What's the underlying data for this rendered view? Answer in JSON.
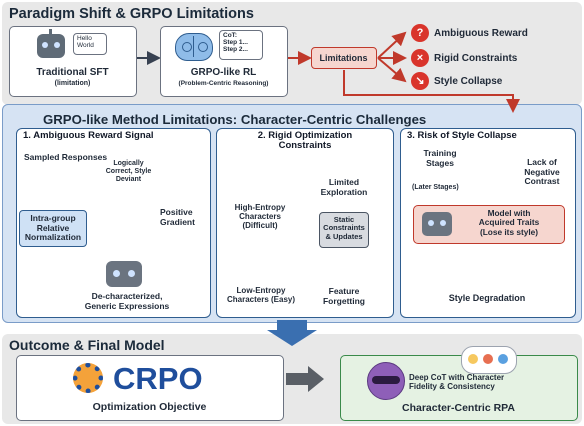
{
  "top": {
    "title": "Paradigm Shift & GRPO Limitations",
    "sft": {
      "bubble_line1": "Hello",
      "bubble_line2": "World",
      "label": "Traditional SFT",
      "sublabel": "(limitation)"
    },
    "rl": {
      "bubble_line1": "CoT:",
      "bubble_line2": "Step 1...",
      "bubble_line3": "Step 2...",
      "label": "GRPO-like RL",
      "sublabel": "(Problem-Centric Reasoning)"
    },
    "limitations_label": "Limitations",
    "limits": [
      "Ambiguous Reward",
      "Rigid Constraints",
      "Style Collapse"
    ]
  },
  "middle": {
    "title": "GRPO-like Method Limitations: Character-Centric Challenges",
    "p1": {
      "title": "1. Ambiguous Reward Signal",
      "sampled": "Sampled Responses",
      "cloud_line1": "Logically",
      "cloud_line2": "Correct, Style",
      "cloud_line3": "Deviant",
      "norm_line1": "Intra-group",
      "norm_line2": "Relative",
      "norm_line3": "Normalization",
      "gradient_line1": "Positive",
      "gradient_line2": "Gradient",
      "result_line1": "De-characterized,",
      "result_line2": "Generic Expressions"
    },
    "p2": {
      "title_line1": "2. Rigid Optimization",
      "title_line2": "Constraints",
      "high_line1": "High-Entropy",
      "high_line2": "Characters",
      "high_line3": "(Difficult)",
      "low_line1": "Low-Entropy",
      "low_line2": "Characters (Easy)",
      "explore_line1": "Limited",
      "explore_line2": "Exploration",
      "static_line1": "Static",
      "static_line2": "Constraints",
      "static_line3": "& Updates",
      "forget_line1": "Feature",
      "forget_line2": "Forgetting"
    },
    "p3": {
      "title": "3. Risk of Style Collapse",
      "stages_line1": "Training",
      "stages_line2": "Stages",
      "later": "(Later Stages)",
      "contrast_line1": "Lack of",
      "contrast_line2": "Negative",
      "contrast_line3": "Contrast",
      "model_line1": "Model with",
      "model_line2": "Acquired Traits",
      "model_line3": "(Lose its style)",
      "degradation": "Style Degradation"
    }
  },
  "bottom": {
    "title": "Outcome & Final Model",
    "crpo": "CRPO",
    "objective": "Optimization Objective",
    "rpa_line1": "Deep CoT with Character",
    "rpa_line2": "Fidelity & Consistency",
    "rpa_label": "Character-Centric RPA"
  },
  "colors": {
    "accent_red": "#c0392b",
    "panel_blue": "#2f5d8f",
    "crpo_blue": "#1f4e9c",
    "green": "#3a8a4a"
  }
}
